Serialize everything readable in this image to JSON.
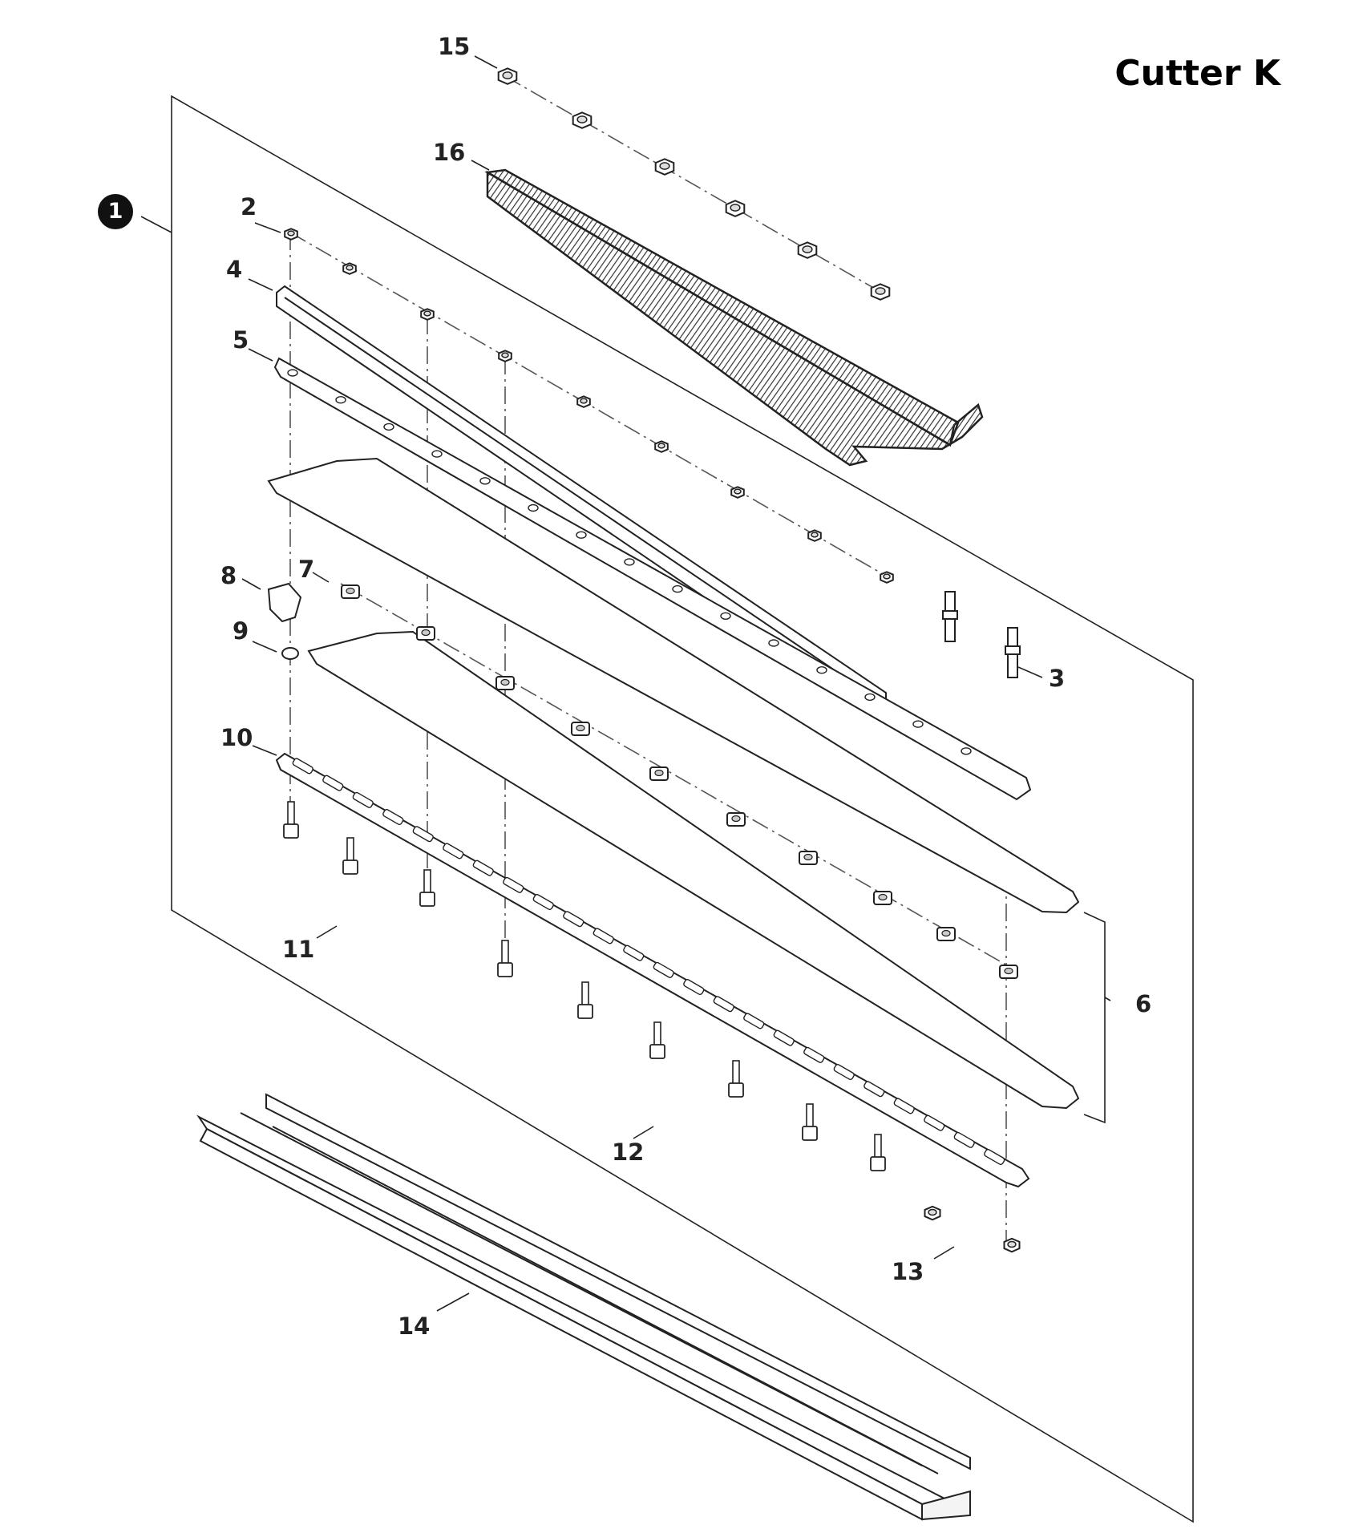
{
  "title": "Cutter K",
  "assembly_number": "1",
  "callouts": {
    "c2": "2",
    "c3": "3",
    "c4": "4",
    "c5": "5",
    "c6": "6",
    "c7": "7",
    "c8": "8",
    "c9": "9",
    "c10": "10",
    "c11": "11",
    "c12": "12",
    "c13": "13",
    "c14": "14",
    "c15": "15",
    "c16": "16"
  }
}
